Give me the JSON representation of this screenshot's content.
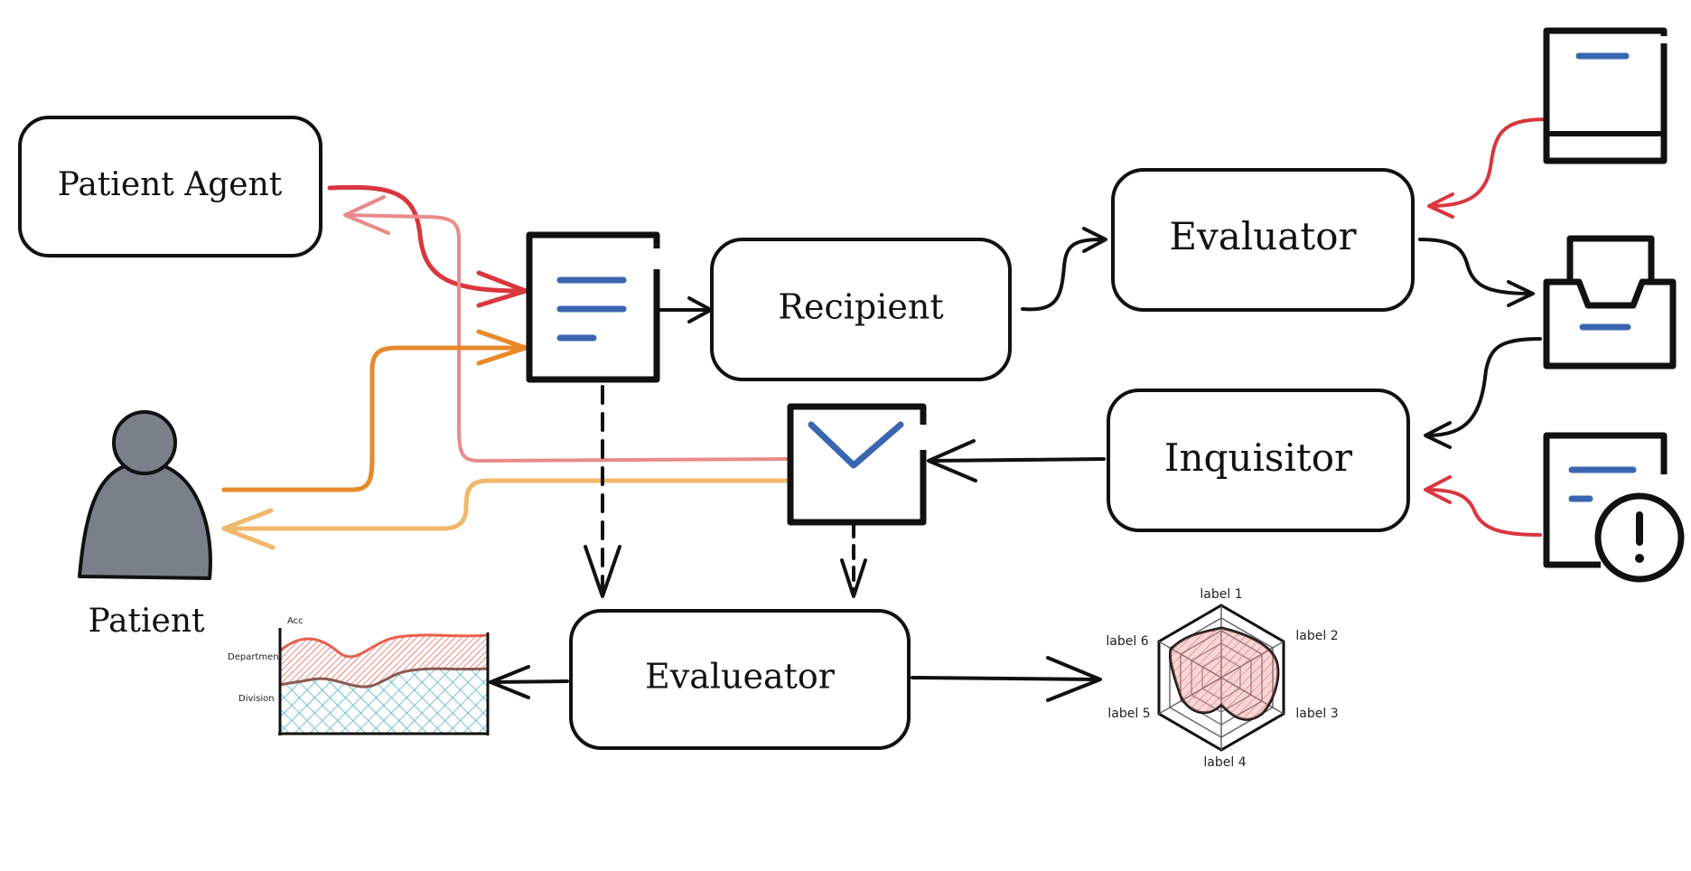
{
  "nodes": {
    "patient_agent": "Patient Agent",
    "recipient": "Recipient",
    "evaluator": "Evaluator",
    "inquisitor": "Inquisitor",
    "evalueator_bottom": "Evalueator",
    "patient": "Patient"
  },
  "area_chart": {
    "title": "Acc",
    "series": [
      "Department",
      "Division"
    ]
  },
  "radar_chart": {
    "labels": [
      "label 1",
      "label 2",
      "label 3",
      "label 4",
      "label 5",
      "label 6"
    ]
  },
  "colors": {
    "stroke": "#111111",
    "red": "#d9363e",
    "pink": "#e98a8a",
    "orange": "#e8892a",
    "light_orange": "#f0b86a",
    "blue": "#3a66b0",
    "gray": "#7a808a",
    "teal": "#3ca8c4",
    "area_red": "#e8604c"
  }
}
